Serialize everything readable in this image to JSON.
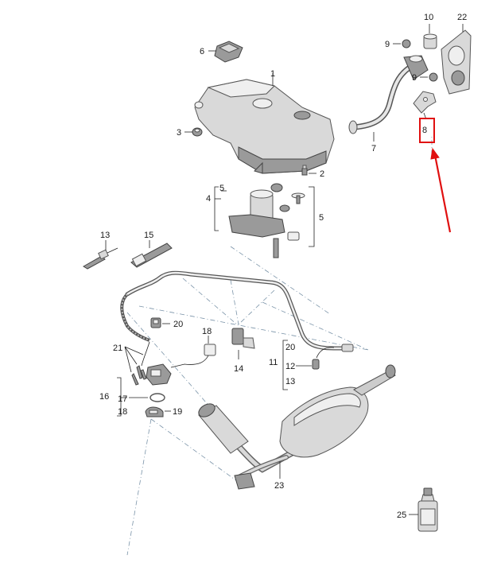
{
  "callouts": {
    "c1": "1",
    "c2": "2",
    "c3": "3",
    "c4": "4",
    "c5a": "5",
    "c5b": "5",
    "c6": "6",
    "c7": "7",
    "c8": "8",
    "c9a": "9",
    "c9b": "9",
    "c10": "10",
    "c11": "11",
    "c12": "12",
    "c13a": "13",
    "c13b": "13",
    "c14": "14",
    "c15": "15",
    "c16": "16",
    "c17": "17",
    "c18a": "18",
    "c18b": "18",
    "c19": "19",
    "c20a": "20",
    "c20b": "20",
    "c21": "21",
    "c22": "22",
    "c23": "23",
    "c25": "25"
  },
  "highlight": {
    "part": "8",
    "color": "#e01010"
  }
}
